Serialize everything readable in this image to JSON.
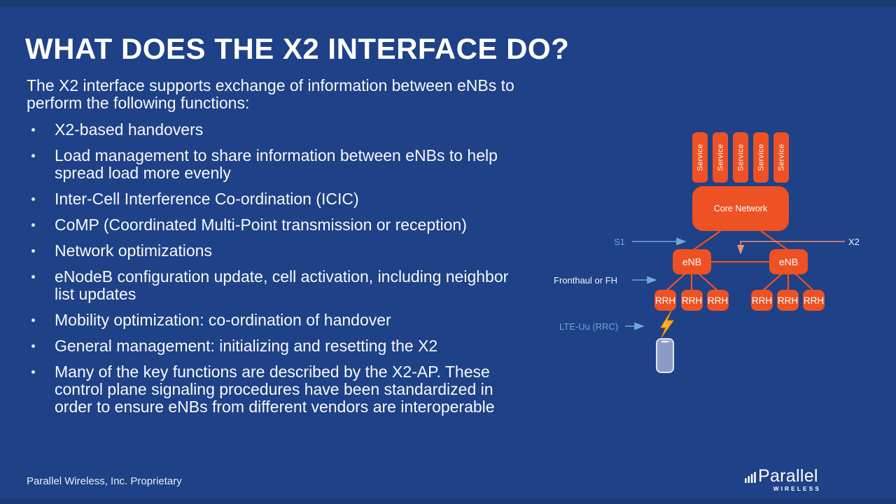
{
  "slide": {
    "title": "WHAT DOES THE X2 INTERFACE DO?",
    "intro": "The X2 interface supports exchange of information between eNBs to perform the following functions:",
    "bullets": [
      "X2-based handovers",
      "Load management to share information between eNBs to help spread load more evenly",
      "Inter-Cell Interference Co-ordination (ICIC)",
      "CoMP (Coordinated Multi-Point transmission or reception)",
      "Network optimizations",
      "eNodeB configuration update, cell activation, including neighbor list updates",
      "Mobility optimization: co-ordination of handover",
      "General management: initializing and resetting the X2",
      "Many of the key functions are described by the X2-AP. These control plane signaling procedures have been standardized in order to ensure eNBs from different vendors are interoperable"
    ]
  },
  "diagram": {
    "service_boxes": [
      "Service",
      "Service",
      "Service",
      "Service",
      "Service"
    ],
    "core_network_label": "Core Network",
    "enb_labels": [
      "eNB",
      "eNB"
    ],
    "rrh_boxes": [
      "RRH",
      "RRH",
      "RRH",
      "RRH",
      "RRH",
      "RRH"
    ],
    "annotations": {
      "s1": "S1",
      "x2": "X2",
      "fronthaul": "Fronthaul or FH",
      "lte_uu": "LTE-Uu (RRC)"
    },
    "icons": {
      "lightning": "lightning-icon",
      "phone": "smartphone-icon"
    },
    "colors": {
      "node_orange": "#EE5123",
      "x2_line_salmon": "#E8937B",
      "annotation_blue": "#6FA8DC",
      "bolt_yellow": "#FDB913",
      "phone_blue": "#8A9CC6"
    }
  },
  "footer": {
    "text": "Parallel Wireless, Inc. Proprietary"
  },
  "logo": {
    "brand": "Parallel",
    "sub_brand": "WIRELESS",
    "icon": "signal-bars-icon"
  },
  "colors": {
    "background": "#1E4187",
    "edge_band": "#1A3A74",
    "text": "#FFFFFF"
  }
}
